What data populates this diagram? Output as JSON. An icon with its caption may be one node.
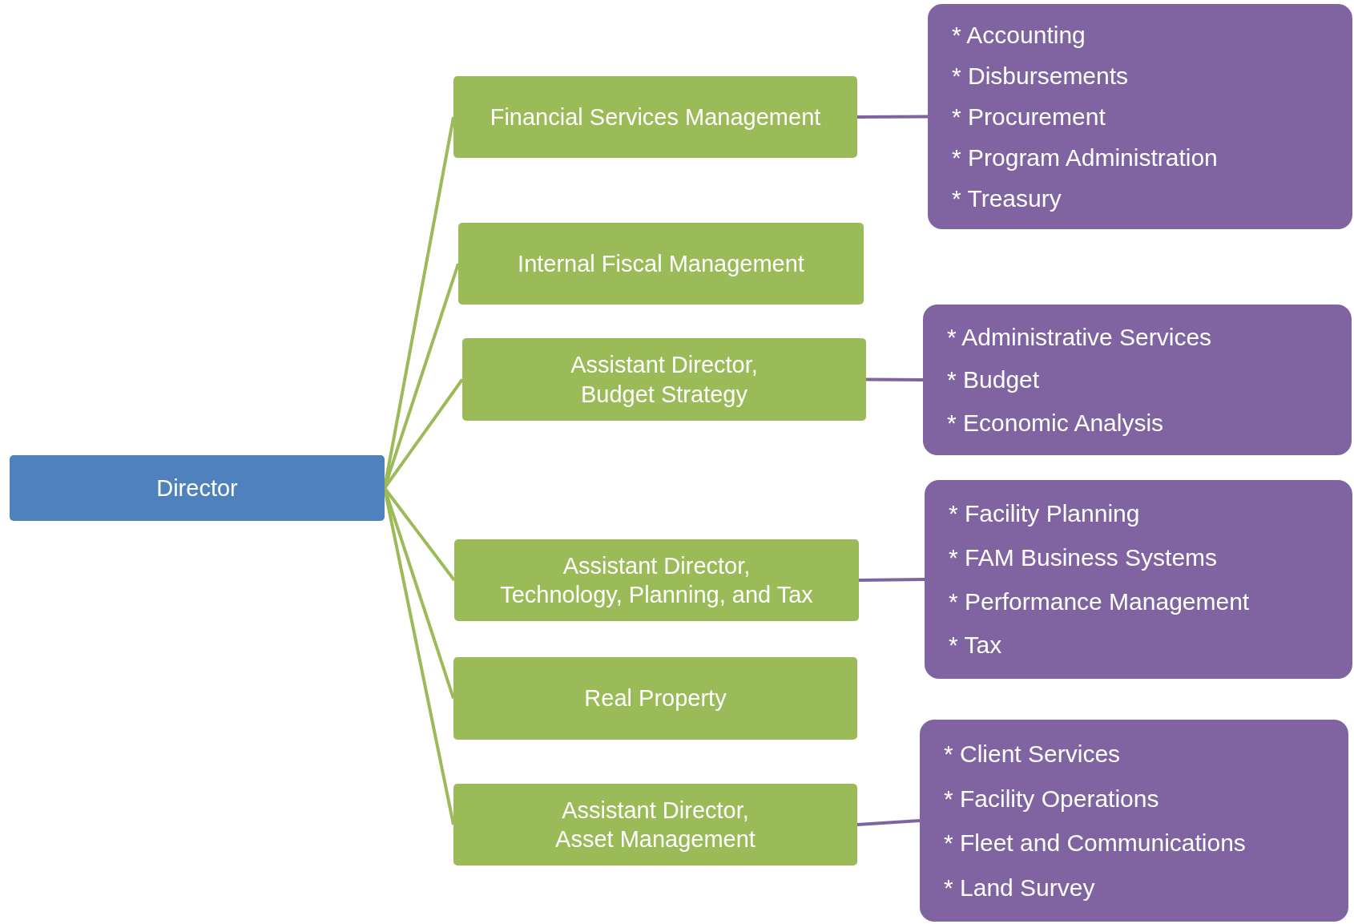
{
  "diagram": {
    "nodes": [
      {
        "text": [
          "Director"
        ]
      },
      {
        "text": [
          "Financial Services Management"
        ]
      },
      {
        "text": [
          "* Accounting",
          "* Disbursements",
          "* Procurement",
          "* Program Administration",
          "* Treasury"
        ]
      },
      {
        "text": [
          "Internal Fiscal Management"
        ]
      },
      {
        "text": [
          "Assistant Director, Budget Strategy"
        ]
      },
      {
        "text": [
          "* Administrative Services",
          "* Budget",
          "* Economic Analysis"
        ]
      },
      {
        "text": [
          "Assistant Director, Technology, Planning, and Tax"
        ]
      },
      {
        "text": [
          "* Facility Planning",
          "* FAM Business Systems",
          "* Performance Management",
          "* Tax"
        ]
      },
      {
        "text": [
          "Real Property"
        ]
      },
      {
        "text": [
          "Assistant Director, Asset Management"
        ]
      },
      {
        "text": [
          "* Client Services",
          "* Facility Operations",
          "* Fleet and Communications",
          "* Land Survey"
        ]
      }
    ],
    "edges": [
      {
        "from": 0,
        "to": 1,
        "arrow": "none"
      },
      {
        "from": 0,
        "to": 3,
        "arrow": "none"
      },
      {
        "from": 0,
        "to": 4,
        "arrow": "none"
      },
      {
        "from": 0,
        "to": 6,
        "arrow": "none"
      },
      {
        "from": 0,
        "to": 8,
        "arrow": "none"
      },
      {
        "from": 0,
        "to": 9,
        "arrow": "none"
      },
      {
        "from": 1,
        "to": 2,
        "arrow": "none",
        "color": "#8064a2"
      },
      {
        "from": 4,
        "to": 5,
        "arrow": "none",
        "color": "#8064a2"
      },
      {
        "from": 6,
        "to": 7,
        "arrow": "none",
        "color": "#8064a2"
      },
      {
        "from": 9,
        "to": 10,
        "arrow": "none",
        "color": "#8064a2"
      }
    ]
  }
}
